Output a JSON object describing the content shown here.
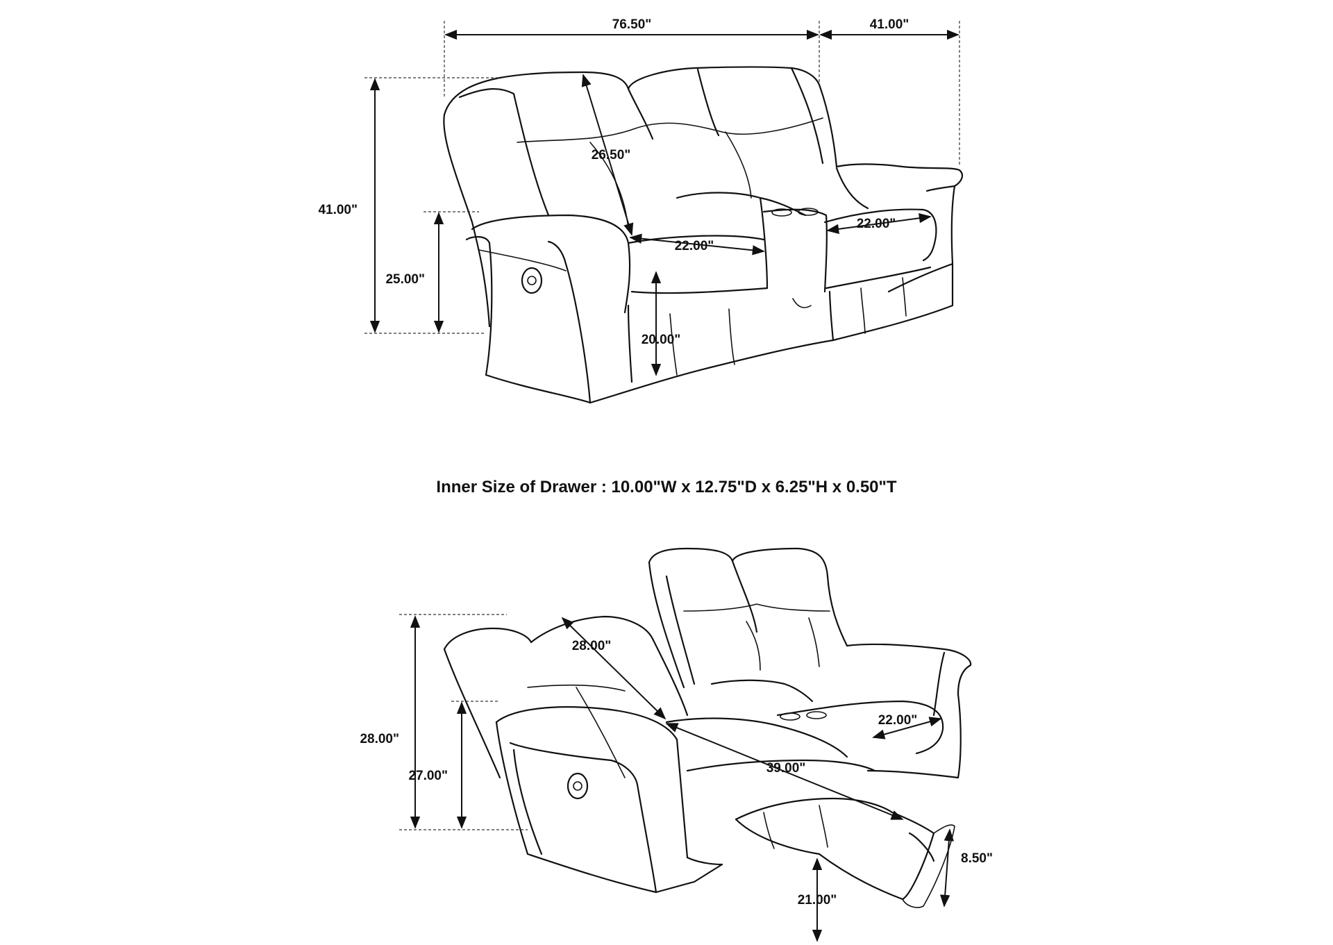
{
  "upright_view": {
    "overall_width": "76.50\"",
    "overall_depth": "41.00\"",
    "overall_height": "41.00\"",
    "arm_height": "25.00\"",
    "back_height": "26.50\"",
    "seat_width_left": "22.00\"",
    "seat_width_right": "22.00\"",
    "seat_height": "20.00\""
  },
  "drawer_caption": "Inner Size of Drawer : 10.00\"W x 12.75\"D x 6.25\"H x 0.50\"T",
  "reclined_view": {
    "back_height": "28.00\"",
    "overall_height": "28.00\"",
    "arm_height": "27.00\"",
    "seat_width": "22.00\"",
    "reclined_depth": "39.00\"",
    "footrest_height": "8.50\"",
    "footrest_clearance": "21.00\""
  }
}
